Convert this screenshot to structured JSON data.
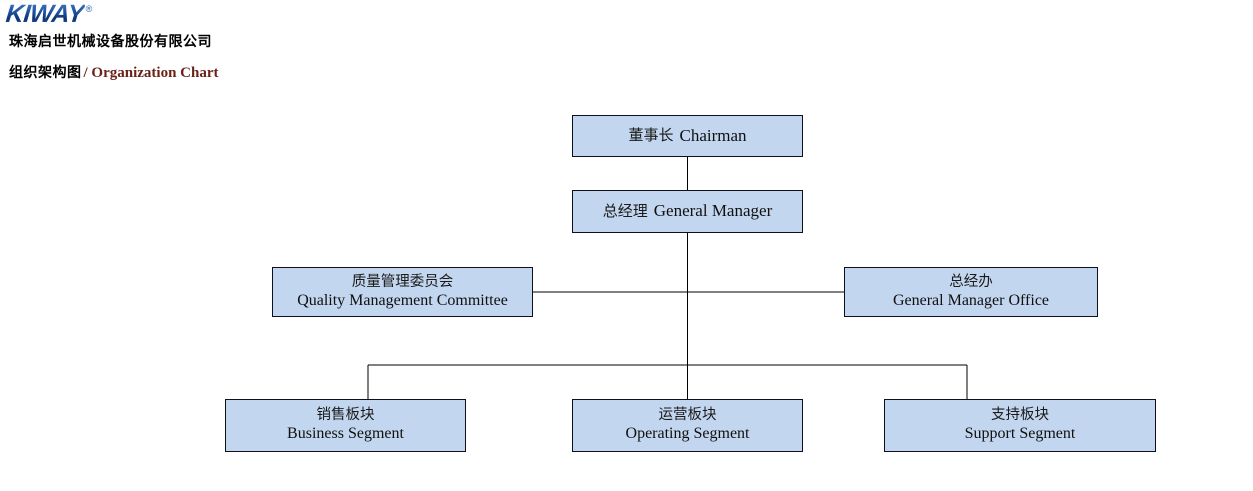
{
  "header": {
    "logo_text": "KIWAY",
    "logo_registered_mark": "®",
    "logo_color": "#1b4f9c",
    "company_name": "珠海启世机械设备股份有限公司",
    "subtitle_cn": "组织架构图",
    "subtitle_en": "/ Organization Chart",
    "subtitle_en_color": "#6b2118"
  },
  "chart_data": {
    "type": "diagram",
    "title": "组织架构图 / Organization Chart",
    "node_fill": "#c3d6ef",
    "node_border": "#10101c",
    "connector_color": "#000000",
    "nodes": [
      {
        "id": "chairman",
        "cn": "董事长",
        "en": "Chairman",
        "level": 0,
        "layout": "inline"
      },
      {
        "id": "gm",
        "cn": "总经理",
        "en": "General Manager",
        "level": 1,
        "layout": "inline"
      },
      {
        "id": "qmc",
        "cn": "质量管理委员会",
        "en": "Quality Management Committee",
        "level": 2,
        "layout": "stacked"
      },
      {
        "id": "gmo",
        "cn": "总经办",
        "en": "General Manager Office",
        "level": 2,
        "layout": "stacked"
      },
      {
        "id": "business",
        "cn": "销售板块",
        "en": "Business Segment",
        "level": 3,
        "layout": "stacked"
      },
      {
        "id": "operating",
        "cn": "运营板块",
        "en": "Operating Segment",
        "level": 3,
        "layout": "stacked"
      },
      {
        "id": "support",
        "cn": "支持板块",
        "en": "Support Segment",
        "level": 3,
        "layout": "stacked"
      }
    ],
    "edges": [
      {
        "from": "chairman",
        "to": "gm"
      },
      {
        "from": "gm",
        "to": "qmc"
      },
      {
        "from": "gm",
        "to": "gmo"
      },
      {
        "from": "gm",
        "to": "business"
      },
      {
        "from": "gm",
        "to": "operating"
      },
      {
        "from": "gm",
        "to": "support"
      }
    ]
  }
}
